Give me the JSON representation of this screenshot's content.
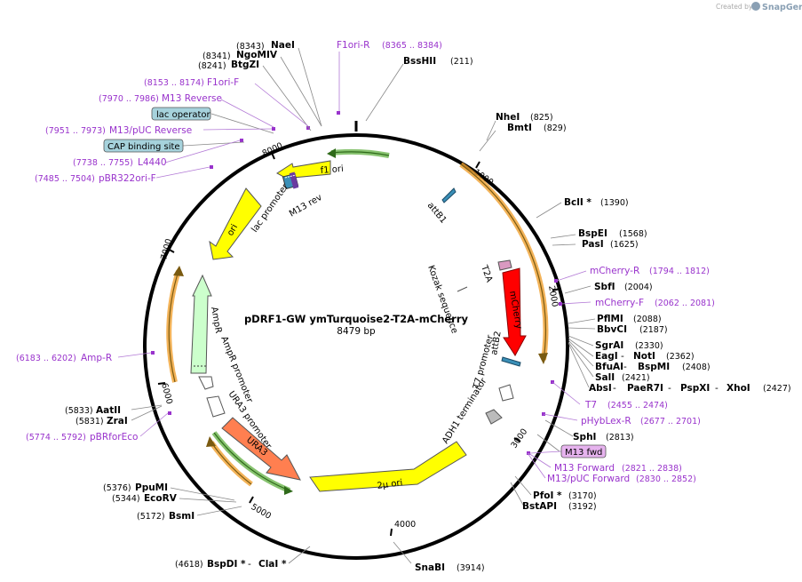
{
  "branding": {
    "created_by": "Created by",
    "brand": "SnapGene"
  },
  "plasmid": {
    "name": "pDRF1-GW ymTurquoise2-T2A-mCherry",
    "length": "8479 bp"
  },
  "ticks": [
    "1000",
    "2000",
    "3000",
    "4000",
    "5000",
    "6000",
    "7000",
    "8000"
  ],
  "enzymes": {
    "naei": {
      "name": "NaeI",
      "pos": "(8343)"
    },
    "ngomiv": {
      "name": "NgoMIV",
      "pos": "(8341)"
    },
    "btgzi": {
      "name": "BtgZI",
      "pos": "(8241)"
    },
    "bsshii": {
      "name": "BssHII",
      "pos": "(211)"
    },
    "nhei": {
      "name": "NheI",
      "pos": "(825)"
    },
    "bmti": {
      "name": "BmtI",
      "pos": "(829)"
    },
    "bcli": {
      "name": "BclI *",
      "pos": "(1390)"
    },
    "bspei": {
      "name": "BspEI",
      "pos": "(1568)"
    },
    "pasi": {
      "name": "PasI",
      "pos": "(1625)"
    },
    "sbfi": {
      "name": "SbfI",
      "pos": "(2004)"
    },
    "pflmi": {
      "name": "PflMI",
      "pos": "(2088)"
    },
    "bbvci": {
      "name": "BbvCI",
      "pos": "(2187)"
    },
    "sgrai": {
      "name": "SgrAI",
      "pos": "(2330)"
    },
    "eagi": {
      "name": "EagI",
      "sep": " - ",
      "name2": "NotI",
      "pos": "(2362)"
    },
    "bfuai": {
      "name": "BfuAI",
      "sep": " - ",
      "name2": "BspMI",
      "pos": "(2408)"
    },
    "sali": {
      "name": "SalI",
      "pos": "(2421)"
    },
    "absi": {
      "name": "AbsI",
      "sep1": " - ",
      "name2": "PaeR7I",
      "sep2": " - ",
      "name3": "PspXI",
      "sep3": " - ",
      "name4": "XhoI",
      "pos": "(2427)"
    },
    "sphi": {
      "name": "SphI",
      "pos": "(2813)"
    },
    "pfoi": {
      "name": "PfoI *",
      "pos": "(3170)"
    },
    "bstapi": {
      "name": "BstAPI",
      "pos": "(3192)"
    },
    "snabi": {
      "name": "SnaBI",
      "pos": "(3914)"
    },
    "bspdi": {
      "pos": "(4618)",
      "name": "BspDI *",
      "sep": " - ",
      "name2": "ClaI *"
    },
    "bsmi": {
      "pos": "(5172)",
      "name": "BsmI"
    },
    "ecorv": {
      "pos": "(5344)",
      "name": "EcoRV"
    },
    "ppumi": {
      "pos": "(5376)",
      "name": "PpuMI"
    },
    "zrai": {
      "pos": "(5831)",
      "name": "ZraI"
    },
    "aatii": {
      "pos": "(5833)",
      "name": "AatII"
    }
  },
  "primers": {
    "f1ori_r": {
      "name": "F1ori-R",
      "pos": "(8365 .. 8384)"
    },
    "f1ori_f": {
      "pos": "(8153 .. 8174)",
      "name": "F1ori-F"
    },
    "m13_reverse": {
      "pos": "(7970 .. 7986)",
      "name": "M13 Reverse"
    },
    "m13puc_reverse": {
      "pos": "(7951 .. 7973)",
      "name": "M13/pUC Reverse"
    },
    "l4440": {
      "pos": "(7738 .. 7755)",
      "name": "L4440"
    },
    "pbr322ori_f": {
      "pos": "(7485 .. 7504)",
      "name": "pBR322ori-F"
    },
    "amp_r": {
      "pos": "(6183 .. 6202)",
      "name": "Amp-R"
    },
    "pbrforeco": {
      "pos": "(5774 .. 5792)",
      "name": "pBRforEco"
    },
    "mcherry_r": {
      "name": "mCherry-R",
      "pos": "(1794 .. 1812)"
    },
    "mcherry_f": {
      "name": "mCherry-F",
      "pos": "(2062 .. 2081)"
    },
    "t7": {
      "name": "T7",
      "pos": "(2455 .. 2474)"
    },
    "phyblex_r": {
      "name": "pHybLex-R",
      "pos": "(2677 .. 2701)"
    },
    "m13_forward": {
      "name": "M13 Forward",
      "pos": "(2821 .. 2838)"
    },
    "m13puc_forward": {
      "name": "M13/pUC Forward",
      "pos": "(2830 .. 2852)"
    }
  },
  "boxed_features": {
    "lac_operator": "lac operator",
    "cap_site": "CAP binding site",
    "m13_fwd": "M13 fwd"
  },
  "features": {
    "f1_ori": "f1 ori",
    "ori": "ori",
    "ampr": "AmpR",
    "ampr_promoter": "AmpR promoter",
    "ura3": "URA3",
    "ura3_promoter": "URA3 promoter",
    "two_mu_ori": "2μ ori",
    "lac_promoter": "lac promoter",
    "m13_rev": "M13 rev",
    "attb1": "attB1",
    "attb2": "attB2",
    "kozak": "Kozak sequence",
    "t2a": "T2A",
    "mcherry": "mCherry",
    "t7_promoter": "T7 promoter",
    "adh1_terminator": "ADH1 terminator"
  },
  "colors": {
    "backbone": "#000000",
    "primer": "#9933cc",
    "yellow_feature": "#ffff00",
    "mcherry": "#ff0000",
    "ura3": "#ff7f50",
    "ampr": "#ccffcc",
    "t2a": "#d999c0",
    "att": "#3a8fb7",
    "misc_box": "#a6d2dc",
    "m13_box": "#e6b3ee",
    "orange_arc": "#f0a030",
    "green_arc": "#55aa33"
  }
}
